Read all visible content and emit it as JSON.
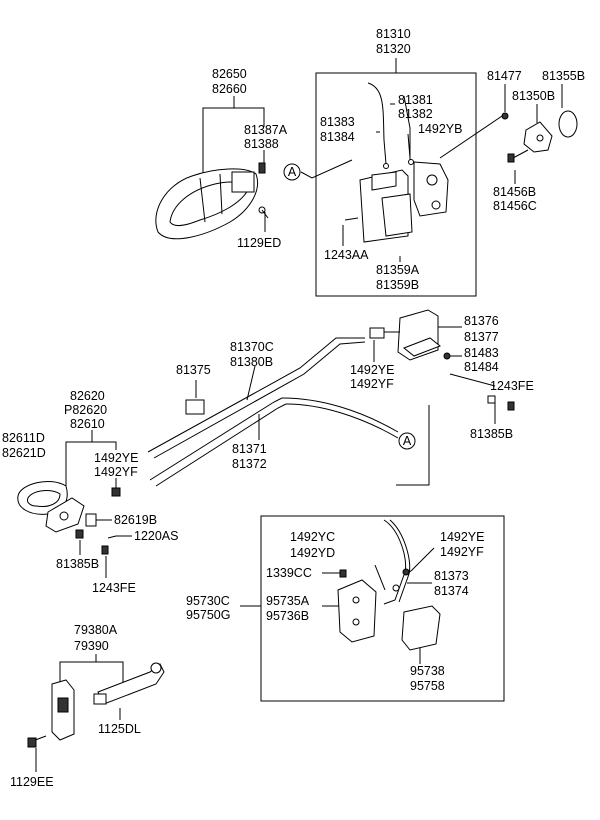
{
  "labels": {
    "p81310": "81310",
    "p81320": "81320",
    "p82650": "82650",
    "p82660": "82660",
    "p81387A": "81387A",
    "p81388": "81388",
    "p1129ED": "1129ED",
    "p81381": "81381",
    "p81382": "81382",
    "p81383": "81383",
    "p81384": "81384",
    "p1492YB": "1492YB",
    "markerA1": "A",
    "p1243AA": "1243AA",
    "p81359A": "81359A",
    "p81359B": "81359B",
    "p81477": "81477",
    "p81355B": "81355B",
    "p81350B": "81350B",
    "p81456B": "81456B",
    "p81456C": "81456C",
    "p81370C": "81370C",
    "p81380B": "81380B",
    "p81376": "81376",
    "p81377": "81377",
    "p81483": "81483",
    "p81484": "81484",
    "p1243FE_a": "1243FE",
    "p81385B_a": "81385B",
    "p81375": "81375",
    "p1492YE_a": "1492YE",
    "p1492YF_a": "1492YF",
    "p81371": "81371",
    "p81372": "81372",
    "markerA2": "A",
    "p82620": "82620",
    "pP82620": "P82620",
    "p82610": "82610",
    "p82611D": "82611D",
    "p82621D": "82621D",
    "p1492YE_b": "1492YE",
    "p1492YF_b": "1492YF",
    "p82619B": "82619B",
    "p1220AS": "1220AS",
    "p81385B_b": "81385B",
    "p1243FE_b": "1243FE",
    "p1492YC": "1492YC",
    "p1492YD": "1492YD",
    "p1492YE_c": "1492YE",
    "p1492YF_c": "1492YF",
    "p1339CC": "1339CC",
    "p95730C": "95730C",
    "p95750G": "95750G",
    "p95735A": "95735A",
    "p95736B": "95736B",
    "p81373": "81373",
    "p81374": "81374",
    "p95738": "95738",
    "p95758": "95758",
    "p79380A": "79380A",
    "p79390": "79390",
    "p1125DL": "1125DL",
    "p1129EE": "1129EE"
  }
}
